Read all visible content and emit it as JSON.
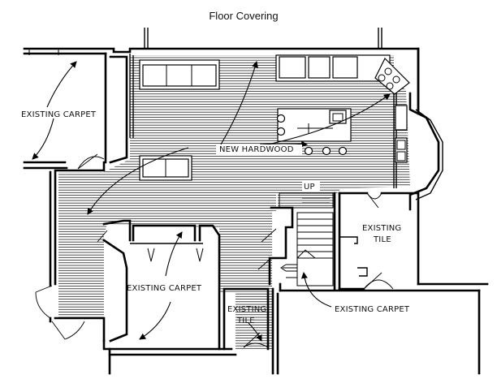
{
  "title": "Floor Covering",
  "labels": {
    "carpet_left": "EXISTING CARPET",
    "new_hardwood": "NEW HARDWOOD",
    "up": "UP",
    "tile_right_1": "EXISTING",
    "tile_right_2": "TILE",
    "carpet_center": "EXISTING CARPET",
    "tile_bottom_1": "EXISTING",
    "tile_bottom_2": "TILE",
    "carpet_bottom_right": "EXISTING CARPET"
  },
  "colors": {
    "ink": "#000000",
    "paper": "#ffffff"
  },
  "icons": [
    "door-swing-icon",
    "arrow-icon",
    "stool-icon"
  ]
}
